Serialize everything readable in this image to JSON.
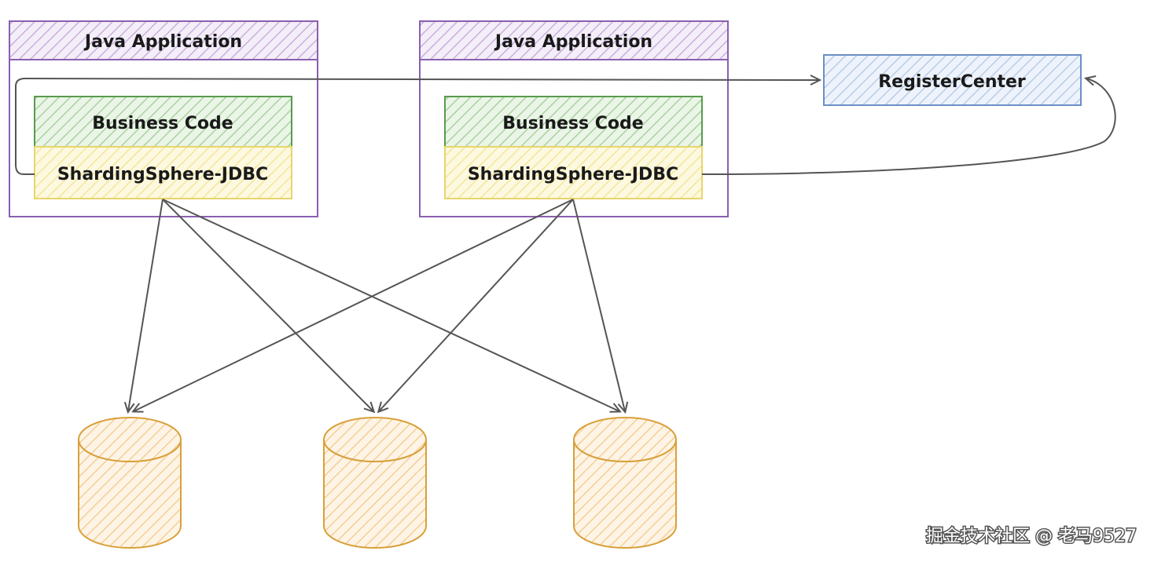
{
  "diagram": {
    "apps": [
      {
        "title": "Java Application",
        "business_label": "Business Code",
        "jdbc_label": "ShardingSphere-JDBC"
      },
      {
        "title": "Java Application",
        "business_label": "Business Code",
        "jdbc_label": "ShardingSphere-JDBC"
      }
    ],
    "register_center": {
      "label": "RegisterCenter"
    },
    "databases": [
      {
        "id": "database-1"
      },
      {
        "id": "database-2"
      },
      {
        "id": "database-3"
      }
    ],
    "colors": {
      "app_border": "#8a5fb0",
      "app_fill": "#e6d8f0",
      "business_border": "#5a9a4e",
      "business_fill": "#d7ecd2",
      "jdbc_border": "#e8d56a",
      "jdbc_fill": "#fbf3c4",
      "register_border": "#6d8fc4",
      "register_fill": "#dae6f6",
      "db_border": "#d9a03a",
      "db_fill": "#f8dfb2",
      "arrow": "#555555"
    }
  },
  "watermark": {
    "text": "掘金技术社区 @ 老马9527"
  }
}
